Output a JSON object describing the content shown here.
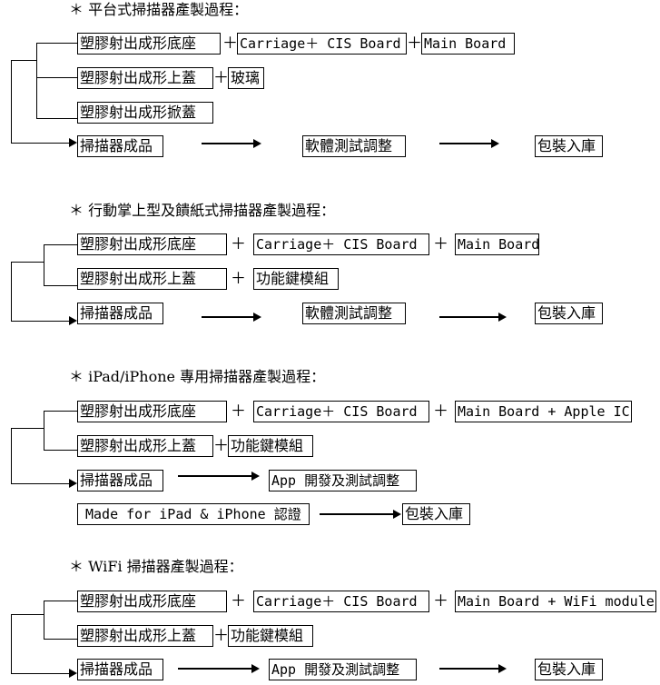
{
  "sections": [
    {
      "title": "＊ 平台式掃描器產製過程：",
      "rows": [
        [
          "塑膠射出成形底座",
          "Carriage＋ CIS Board",
          "Main Board"
        ],
        [
          "塑膠射出成形上蓋",
          "玻璃"
        ],
        [
          "塑膠射出成形掀蓋"
        ],
        [
          "掃描器成品",
          "軟體測試調整",
          "包裝入庫"
        ]
      ]
    },
    {
      "title": "＊ 行動掌上型及饋紙式掃描器產製過程：",
      "rows": [
        [
          "塑膠射出成形底座",
          "Carriage＋ CIS Board",
          "Main Board"
        ],
        [
          "塑膠射出成形上蓋",
          "功能鍵模組"
        ],
        [
          "掃描器成品",
          "軟體測試調整",
          "包裝入庫"
        ]
      ]
    },
    {
      "title": "＊ iPad/iPhone 專用掃描器產製過程：",
      "rows": [
        [
          "塑膠射出成形底座",
          "Carriage＋ CIS Board",
          "Main Board + Apple IC"
        ],
        [
          "塑膠射出成形上蓋",
          "功能鍵模組"
        ],
        [
          "掃描器成品",
          "App 開發及測試調整"
        ],
        [
          "Made for iPad & iPhone 認證",
          "包裝入庫"
        ]
      ]
    },
    {
      "title": "＊ WiFi 掃描器產製過程：",
      "rows": [
        [
          "塑膠射出成形底座",
          "Carriage＋ CIS Board",
          "Main Board + WiFi module"
        ],
        [
          "塑膠射出成形上蓋",
          "功能鍵模組"
        ],
        [
          "掃描器成品",
          "App 開發及測試調整",
          "包裝入庫"
        ]
      ]
    }
  ],
  "symbols": {
    "plus": "＋"
  }
}
